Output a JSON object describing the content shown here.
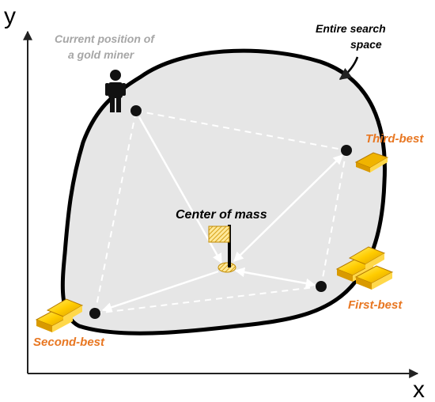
{
  "axes": {
    "x_label": "x",
    "y_label": "y"
  },
  "labels": {
    "current_position": [
      "Current position of",
      "a gold miner"
    ],
    "search_space": [
      "Entire search",
      "space"
    ],
    "center_of_mass": "Center of mass",
    "third_best": "Third-best",
    "first_best": "First-best",
    "second_best": "Second-best"
  },
  "colors": {
    "region_fill": "#e6e6e6",
    "best_label": "#e87722",
    "miner_label": "#a6a6a6",
    "arrow": "#ffffff",
    "dashed": "#ffffff"
  },
  "icons": {
    "miner": "person-icon",
    "gold": "gold-bars-icon",
    "flag": "flag-icon"
  }
}
